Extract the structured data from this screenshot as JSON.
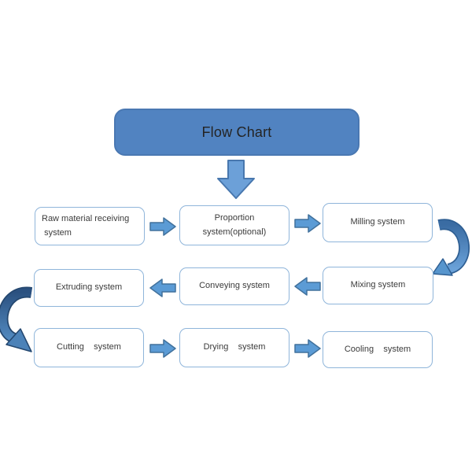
{
  "flow": {
    "title": "Flow Chart",
    "rows": [
      {
        "direction": "right",
        "boxes": [
          {
            "label": "Raw material receiving\n system"
          },
          {
            "label": "Proportion\nsystem(optional)"
          },
          {
            "label": "Milling system"
          }
        ]
      },
      {
        "direction": "left",
        "boxes": [
          {
            "label": "Extruding system"
          },
          {
            "label": "Conveying system"
          },
          {
            "label": "Mixing system"
          }
        ]
      },
      {
        "direction": "right",
        "boxes": [
          {
            "label": "Cutting    system"
          },
          {
            "label": "Drying    system"
          },
          {
            "label": "Cooling    system"
          }
        ]
      }
    ],
    "connectors": [
      {
        "name": "down-block-arrow",
        "from": "Flow Chart",
        "to": "Proportion system(optional)"
      },
      {
        "name": "right-block-arrow",
        "from": "Raw material receiving system",
        "to": "Proportion system(optional)"
      },
      {
        "name": "right-block-arrow",
        "from": "Proportion system(optional)",
        "to": "Milling system"
      },
      {
        "name": "curved-arrow-right-side",
        "from": "Milling system",
        "to": "Mixing system"
      },
      {
        "name": "left-block-arrow",
        "from": "Mixing system",
        "to": "Conveying system"
      },
      {
        "name": "left-block-arrow",
        "from": "Conveying system",
        "to": "Extruding system"
      },
      {
        "name": "curved-arrow-left-side",
        "from": "Extruding system",
        "to": "Cutting system"
      },
      {
        "name": "right-block-arrow",
        "from": "Cutting system",
        "to": "Drying system"
      },
      {
        "name": "right-block-arrow",
        "from": "Drying system",
        "to": "Cooling system"
      }
    ],
    "colors": {
      "background": "#ffffff",
      "title_fill": "#5183c1",
      "title_border": "#4a78b2",
      "title_text": "#242424",
      "box_fill": "#ffffff",
      "box_border": "#8fb5da",
      "box_text": "#3b3b3b",
      "block_arrow_fill": "#5b9bd5",
      "block_arrow_border": "#41719c",
      "down_arrow_fill": "#6ca0d8",
      "down_arrow_border": "#4877ae",
      "curve_right_gradient_top": "#3a6ca3",
      "curve_right_gradient_bottom": "#6aa1d8",
      "curve_left_gradient_top": "#2b5180",
      "curve_left_gradient_bottom": "#5188be"
    }
  }
}
